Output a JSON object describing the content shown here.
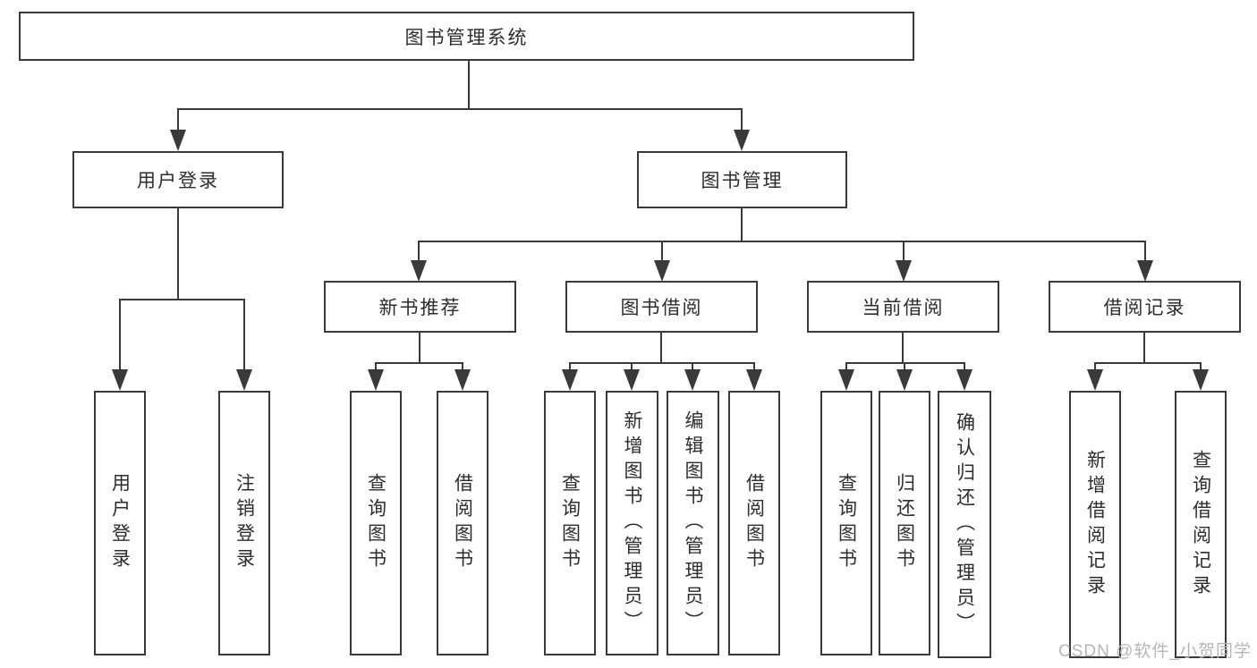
{
  "diagram": {
    "root": {
      "label": "图书管理系统"
    },
    "user_login": {
      "label": "用户登录",
      "children": [
        {
          "label": "用户登录"
        },
        {
          "label": "注销登录"
        }
      ]
    },
    "book_mgmt": {
      "label": "图书管理",
      "children": [
        {
          "label": "新书推荐",
          "children": [
            {
              "label": "查询图书"
            },
            {
              "label": "借阅图书"
            }
          ]
        },
        {
          "label": "图书借阅",
          "children": [
            {
              "label": "查询图书"
            },
            {
              "label": "新增图书（管理员）"
            },
            {
              "label": "编辑图书（管理员）"
            },
            {
              "label": "借阅图书"
            }
          ]
        },
        {
          "label": "当前借阅",
          "children": [
            {
              "label": "查询图书"
            },
            {
              "label": "归还图书"
            },
            {
              "label": "确认归还（管理员）"
            }
          ]
        },
        {
          "label": "借阅记录",
          "children": [
            {
              "label": "新增借阅记录"
            },
            {
              "label": "查询借阅记录"
            }
          ]
        }
      ]
    },
    "watermark": "CSDN @软件_小贺同学",
    "colors": {
      "line": "#3a3a3a",
      "text": "#2d2d2d",
      "watermark": "#b7b5b8"
    }
  }
}
